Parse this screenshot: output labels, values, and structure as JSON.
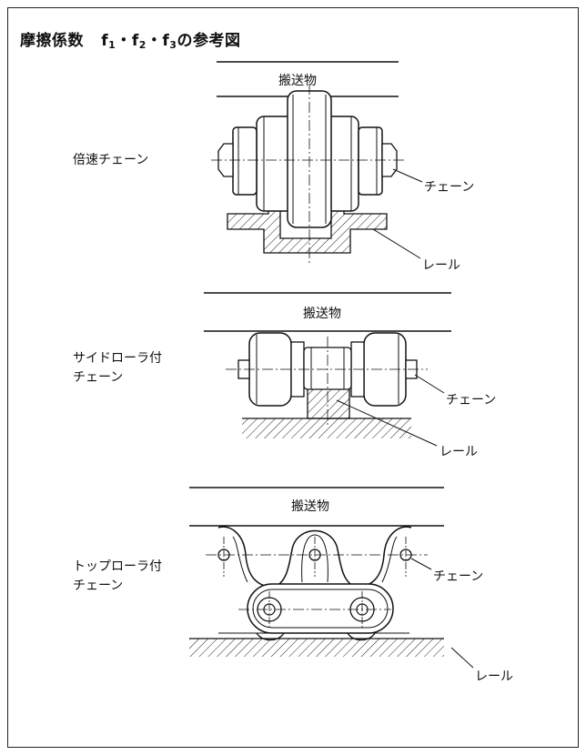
{
  "title": {
    "main": "摩擦係数",
    "f1": "f",
    "s1": "1",
    "dot1": "・",
    "f2": "f",
    "s2": "2",
    "dot2": "・",
    "f3": "f",
    "s3": "3",
    "suffix": "の参考図"
  },
  "diagrams": [
    {
      "type_label": "倍速チェーン",
      "load_label": "搬送物",
      "chain_label": "チェーン",
      "rail_label": "レール"
    },
    {
      "type_label_line1": "サイドローラ付",
      "type_label_line2": "チェーン",
      "load_label": "搬送物",
      "chain_label": "チェーン",
      "rail_label": "レール"
    },
    {
      "type_label_line1": "トップローラ付",
      "type_label_line2": "チェーン",
      "load_label": "搬送物",
      "chain_label": "チェーン",
      "rail_label": "レール"
    }
  ]
}
